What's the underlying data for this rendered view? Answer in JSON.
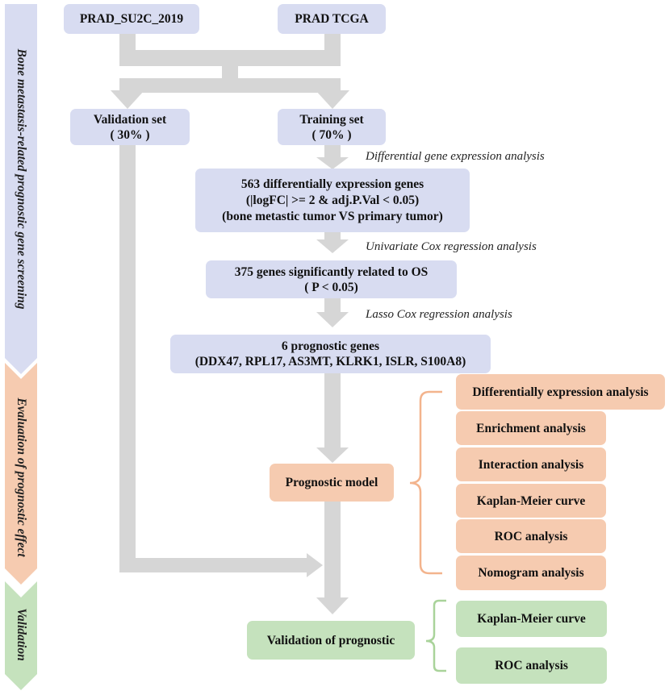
{
  "colors": {
    "blue": "#d8dcf1",
    "orange": "#f6cbb0",
    "green": "#c5e2bd",
    "arrow": "#d6d6d6",
    "bracket_orange": "#f3b48d",
    "bracket_green": "#a9d39a"
  },
  "phases": [
    {
      "label": "Bone metastasis-related prognostic gene screening"
    },
    {
      "label": "Evaluation of prognostic effect"
    },
    {
      "label": "Validation"
    }
  ],
  "sources": {
    "left": "PRAD_SU2C_2019",
    "right": "PRAD TCGA"
  },
  "validation_set": {
    "line1": "Validation set",
    "line2": "( 30% )"
  },
  "training_set": {
    "line1": "Training set",
    "line2": "( 70% )"
  },
  "annotations": {
    "dge": "Differential gene expression analysis",
    "univariate": "Univariate Cox regression analysis",
    "lasso": "Lasso Cox regression analysis"
  },
  "deg_box": {
    "line1": "563 differentially expression genes",
    "line2": "(|logFC| >= 2 & adj.P.Val < 0.05)",
    "line3": "(bone metastic tumor VS primary tumor)"
  },
  "os_box": {
    "line1": "375 genes significantly related to OS",
    "line2": "( P < 0.05)"
  },
  "genes_box": {
    "line1": "6 prognostic genes",
    "line2": "(DDX47, RPL17, AS3MT, KLRK1, ISLR, S100A8)"
  },
  "model": "Prognostic model",
  "evaluation_items": [
    "Differentially expression analysis",
    "Enrichment analysis",
    "Interaction analysis",
    "Kaplan-Meier curve",
    "ROC analysis",
    "Nomogram analysis"
  ],
  "validation": "Validation of prognostic",
  "validation_items": [
    "Kaplan-Meier curve",
    "ROC analysis"
  ]
}
